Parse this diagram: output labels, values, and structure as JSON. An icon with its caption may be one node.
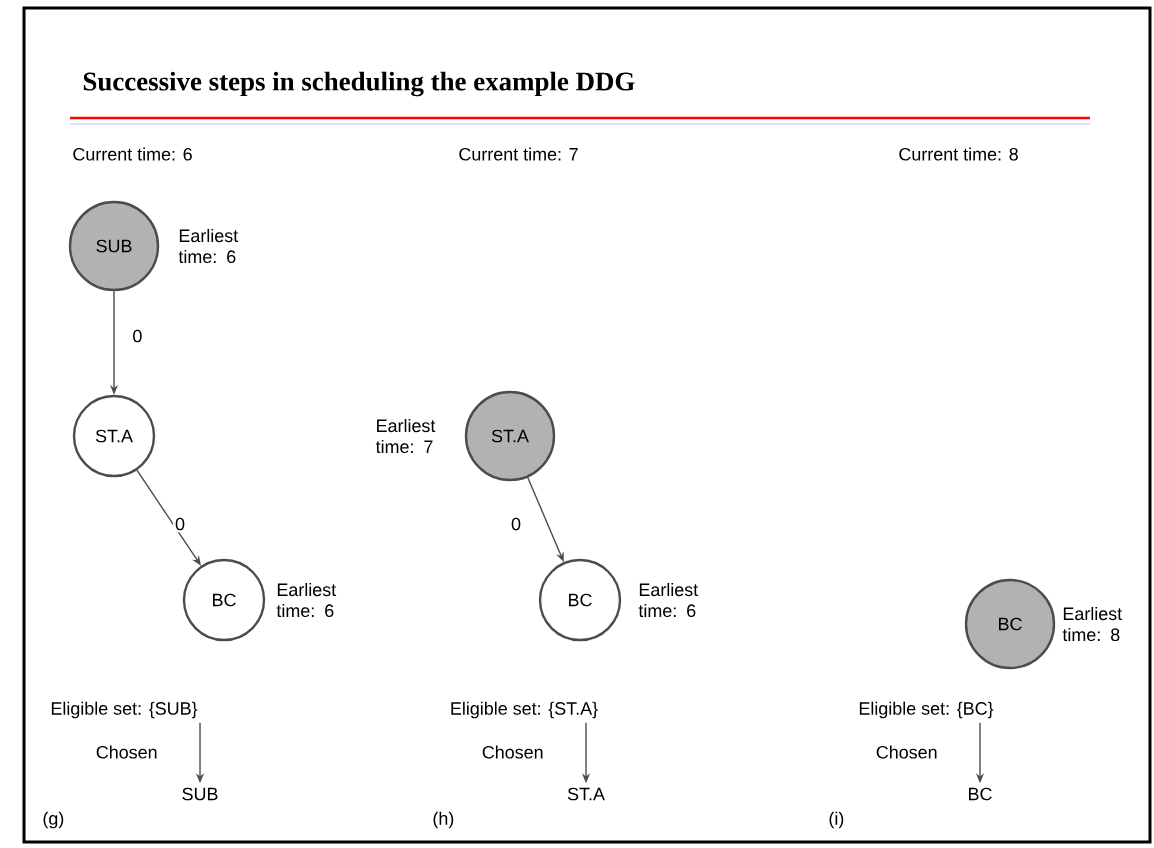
{
  "diagram": {
    "title": "Successive steps in scheduling the example DDG",
    "nodes": [
      {
        "text": [
          "SUB"
        ],
        "beside": [
          "Earliest time: 6"
        ]
      },
      {
        "text": [
          "ST.A"
        ]
      },
      {
        "text": [
          "BC"
        ],
        "beside": [
          "Earliest time: 6"
        ]
      },
      {
        "text": [
          "ST.A"
        ],
        "beside": [
          "Earliest time: 7"
        ]
      },
      {
        "text": [
          "BC"
        ],
        "beside": [
          "Earliest time: 6"
        ]
      },
      {
        "text": [
          "BC"
        ],
        "beside": [
          "Earliest time: 8"
        ]
      },
      {
        "text": [
          "Eligible set: {SUB}"
        ]
      },
      {
        "text": [
          "SUB"
        ]
      },
      {
        "text": [
          "Eligible set: {ST.A}"
        ]
      },
      {
        "text": [
          "ST.A"
        ]
      },
      {
        "text": [
          "Eligible set: {BC}"
        ]
      },
      {
        "text": [
          "BC"
        ]
      }
    ],
    "edges": [
      {
        "from": 0,
        "to": 1,
        "arrow": "to",
        "label": "0"
      },
      {
        "from": 1,
        "to": 2,
        "arrow": "to",
        "label": "0"
      },
      {
        "from": 3,
        "to": 4,
        "arrow": "to",
        "label": "0"
      },
      {
        "from": 6,
        "to": 7,
        "arrow": "to",
        "label": "Chosen"
      },
      {
        "from": 8,
        "to": 9,
        "arrow": "to",
        "label": "Chosen"
      },
      {
        "from": 10,
        "to": 11,
        "arrow": "to",
        "label": "Chosen"
      }
    ],
    "labels": [
      "Current time: 6",
      "Current time: 7",
      "Current time: 8",
      "(g)",
      "(h)",
      "(i)"
    ]
  }
}
